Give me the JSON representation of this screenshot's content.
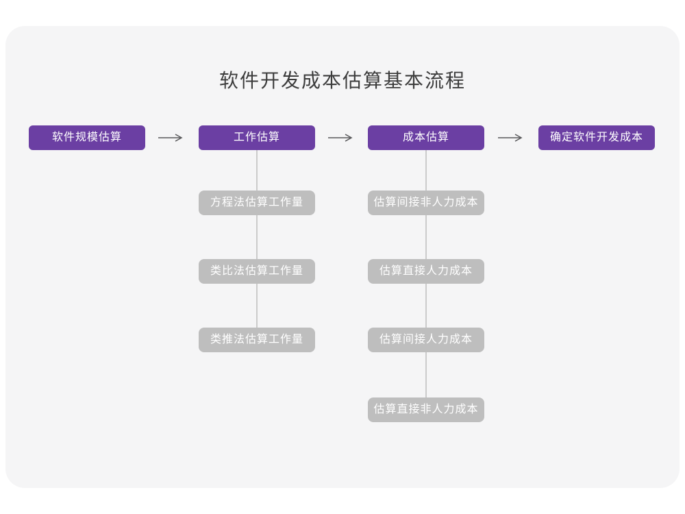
{
  "title": "软件开发成本估算基本流程",
  "colors": {
    "page_bg": "#FFFFFF",
    "card_bg": "#F5F5F6",
    "stage_box": "#6B3FA3",
    "substep_box": "#BEBEBE",
    "box_text": "#FFFFFF",
    "title_text": "#3C3C3C",
    "arrow": "#58585A",
    "connector_line": "#CBCBCB"
  },
  "flow": {
    "stages": [
      {
        "label": "软件规模估算",
        "substeps": []
      },
      {
        "label": "工作估算",
        "substeps": [
          "方程法估算工作量",
          "类比法估算工作量",
          "类推法估算工作量"
        ]
      },
      {
        "label": "成本估算",
        "substeps": [
          "估算间接非人力成本",
          "估算直接人力成本",
          "估算间接人力成本",
          "估算直接非人力成本"
        ]
      },
      {
        "label": "确定软件开发成本",
        "substeps": []
      }
    ]
  }
}
